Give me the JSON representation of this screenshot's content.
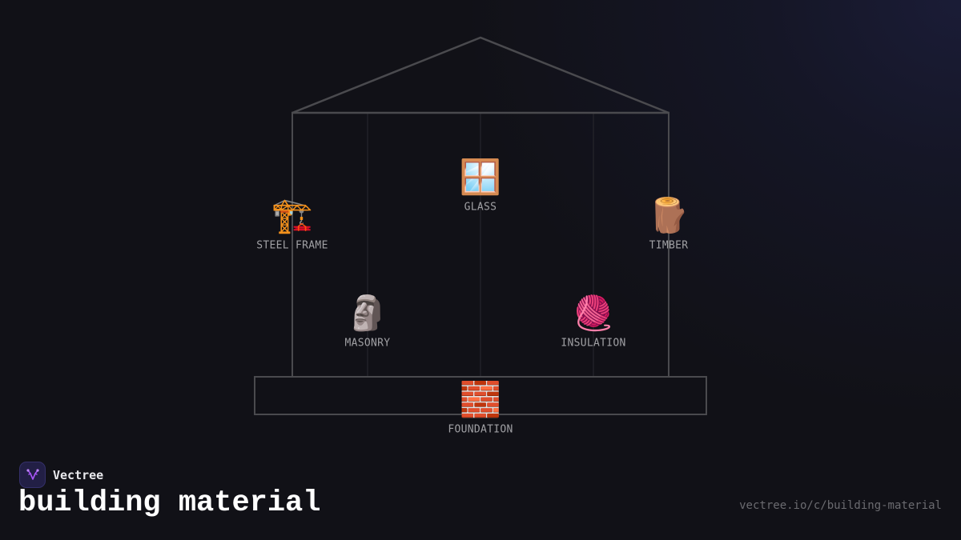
{
  "brand": {
    "name": "Vectree",
    "logo_icon": "branching-v-icon",
    "logo_color": "#a855f7"
  },
  "page": {
    "title": "building material",
    "url": "vectree.io/c/building-material"
  },
  "diagram": {
    "type": "house-structure",
    "line_color": "#4a4a4e",
    "inner_line_color": "#26262c",
    "nodes": [
      {
        "id": "steel-frame",
        "label": "STEEL FRAME",
        "icon": "building-construction-crane-icon",
        "emoji": "🏗️",
        "position": "left-wall"
      },
      {
        "id": "glass",
        "label": "GLASS",
        "icon": "window-icon",
        "emoji": "🪟",
        "position": "top-center"
      },
      {
        "id": "timber",
        "label": "TIMBER",
        "icon": "wood-log-icon",
        "emoji": "🪵",
        "position": "right-wall"
      },
      {
        "id": "masonry",
        "label": "MASONRY",
        "icon": "moai-stone-icon",
        "emoji": "🗿",
        "position": "lower-left"
      },
      {
        "id": "insulation",
        "label": "INSULATION",
        "icon": "yarn-ball-icon",
        "emoji": "🧶",
        "position": "lower-right"
      },
      {
        "id": "foundation",
        "label": "FOUNDATION",
        "icon": "brick-icon",
        "emoji": "🧱",
        "position": "base"
      }
    ]
  }
}
